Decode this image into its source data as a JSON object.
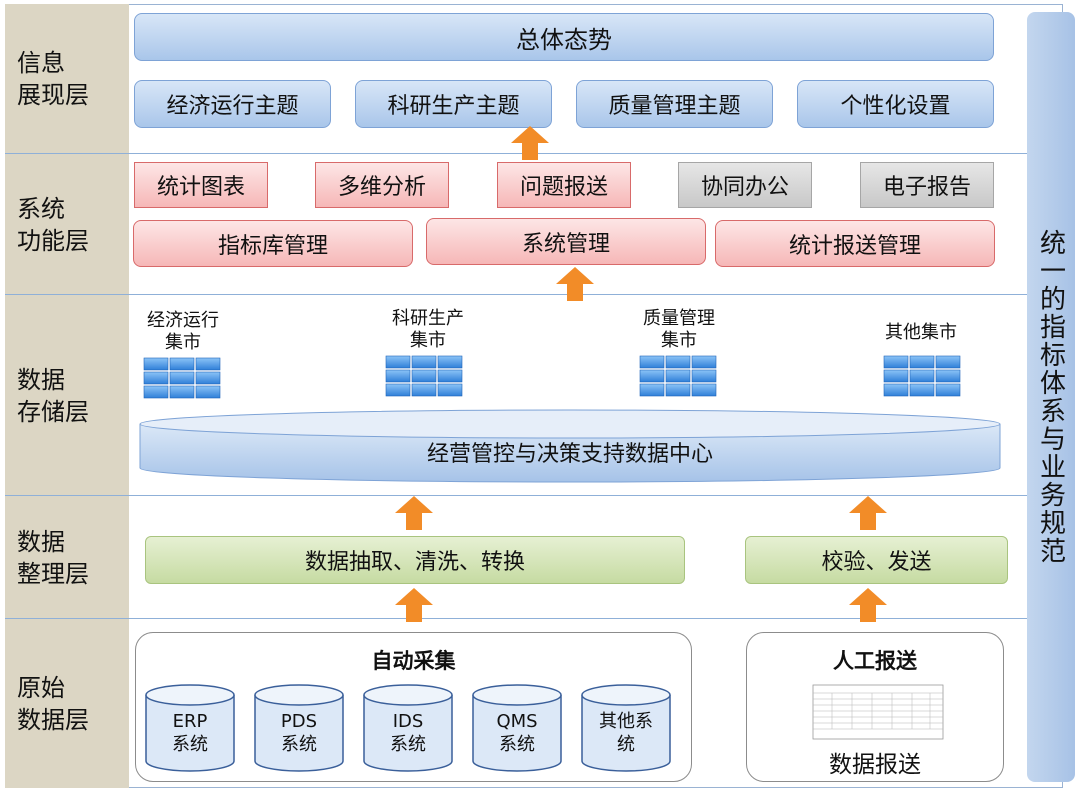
{
  "layers": [
    {
      "name": "info",
      "label": [
        "信息",
        "展现层"
      ]
    },
    {
      "name": "function",
      "label": [
        "系统",
        "功能层"
      ]
    },
    {
      "name": "storage",
      "label": [
        "数据",
        "存储层"
      ]
    },
    {
      "name": "organize",
      "label": [
        "数据",
        "整理层"
      ]
    },
    {
      "name": "raw",
      "label": [
        "原始",
        "数据层"
      ]
    }
  ],
  "info": {
    "overall": "总体态势",
    "themes": [
      "经济运行主题",
      "科研生产主题",
      "质量管理主题",
      "个性化设置"
    ]
  },
  "function": {
    "row1": [
      "统计图表",
      "多维分析",
      "问题报送",
      "协同办公",
      "电子报告"
    ],
    "row2": [
      "指标库管理",
      "系统管理",
      "统计报送管理"
    ]
  },
  "storage": {
    "marts": [
      [
        "经济运行",
        "集市"
      ],
      [
        "科研生产",
        "集市"
      ],
      [
        "质量管理",
        "集市"
      ],
      [
        "其他集市"
      ]
    ],
    "center": "经营管控与决策支持数据中心"
  },
  "organize": {
    "extract": "数据抽取、清洗、转换",
    "verify": "校验、发送"
  },
  "raw": {
    "auto_title": "自动采集",
    "systems": [
      [
        "ERP",
        "系统"
      ],
      [
        "PDS",
        "系统"
      ],
      [
        "IDS",
        "系统"
      ],
      [
        "QMS",
        "系统"
      ],
      [
        "其他系",
        "统"
      ]
    ],
    "manual_title": "人工报送",
    "manual_caption": "数据报送"
  },
  "side": "统一的指标体系与业务规范",
  "colors": {
    "arrow": "#f28c28",
    "cube": "#3b8fe0"
  }
}
